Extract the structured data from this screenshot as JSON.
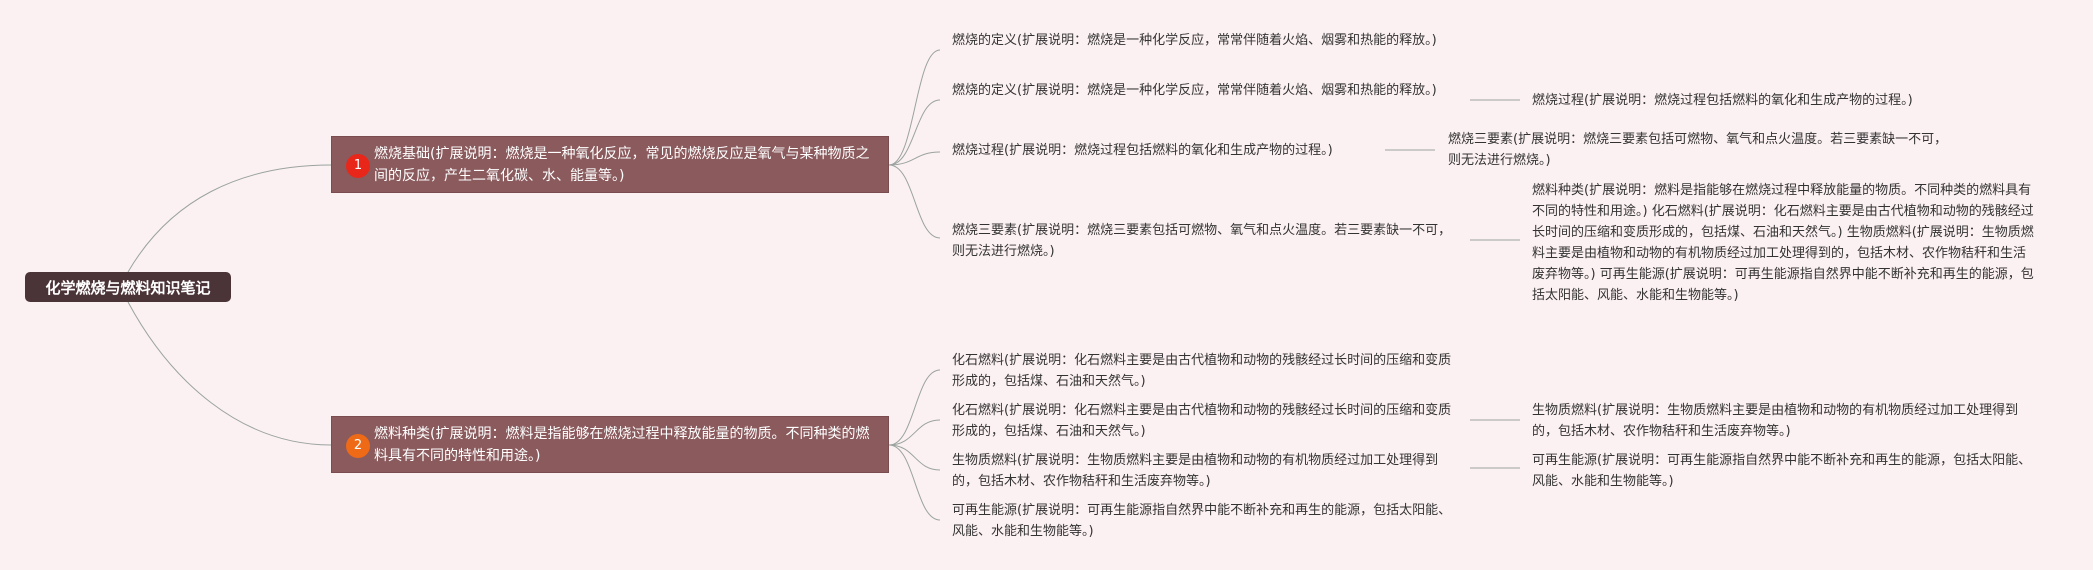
{
  "root": {
    "label": "化学燃烧与燃料知识笔记"
  },
  "branch1": {
    "badge": "1",
    "label": "燃烧基础(扩展说明：燃烧是一种氧化反应，常见的燃烧反应是氧气与某种物质之间的反应，产生二氧化碳、水、能量等。)",
    "children": [
      "燃烧的定义(扩展说明：燃烧是一种化学反应，常常伴随着火焰、烟雾和热能的释放。)",
      "燃烧的定义(扩展说明：燃烧是一种化学反应，常常伴随着火焰、烟雾和热能的释放。)",
      "燃烧过程(扩展说明：燃烧过程包括燃料的氧化和生成产物的过程。)",
      "燃烧三要素(扩展说明：燃烧三要素包括可燃物、氧气和点火温度。若三要素缺一不可，则无法进行燃烧。)"
    ],
    "child2_link": "燃烧过程(扩展说明：燃烧过程包括燃料的氧化和生成产物的过程。)",
    "child3_link": "燃烧三要素(扩展说明：燃烧三要素包括可燃物、氧气和点火温度。若三要素缺一不可，则无法进行燃烧。)",
    "child4_link": "燃料种类(扩展说明：燃料是指能够在燃烧过程中释放能量的物质。不同种类的燃料具有不同的特性和用途。) 化石燃料(扩展说明：化石燃料主要是由古代植物和动物的残骸经过长时间的压缩和变质形成的，包括煤、石油和天然气。) 生物质燃料(扩展说明：生物质燃料主要是由植物和动物的有机物质经过加工处理得到的，包括木材、农作物秸秆和生活废弃物等。) 可再生能源(扩展说明：可再生能源指自然界中能不断补充和再生的能源，包括太阳能、风能、水能和生物能等。)"
  },
  "branch2": {
    "badge": "2",
    "label": "燃料种类(扩展说明：燃料是指能够在燃烧过程中释放能量的物质。不同种类的燃料具有不同的特性和用途。)",
    "children": [
      "化石燃料(扩展说明：化石燃料主要是由古代植物和动物的残骸经过长时间的压缩和变质形成的，包括煤、石油和天然气。)",
      "化石燃料(扩展说明：化石燃料主要是由古代植物和动物的残骸经过长时间的压缩和变质形成的，包括煤、石油和天然气。)",
      "生物质燃料(扩展说明：生物质燃料主要是由植物和动物的有机物质经过加工处理得到的，包括木材、农作物秸秆和生活废弃物等。)",
      "可再生能源(扩展说明：可再生能源指自然界中能不断补充和再生的能源，包括太阳能、风能、水能和生物能等。)"
    ],
    "child2_link": "生物质燃料(扩展说明：生物质燃料主要是由植物和动物的有机物质经过加工处理得到的，包括木材、农作物秸秆和生活废弃物等。)",
    "child3_link": "可再生能源(扩展说明：可再生能源指自然界中能不断补充和再生的能源，包括太阳能、风能、水能和生物能等。)"
  },
  "far_right": "燃烧过程(扩展说明：燃烧过程包括燃料的氧化和生成产物的过程。)",
  "colors": {
    "background": "#fcf1f2",
    "root_fill": "#4b3438",
    "branch_fill": "#8a5a5d",
    "badge1": "#e8261a",
    "badge2": "#ef6a17",
    "link": "#9aa3a0"
  }
}
